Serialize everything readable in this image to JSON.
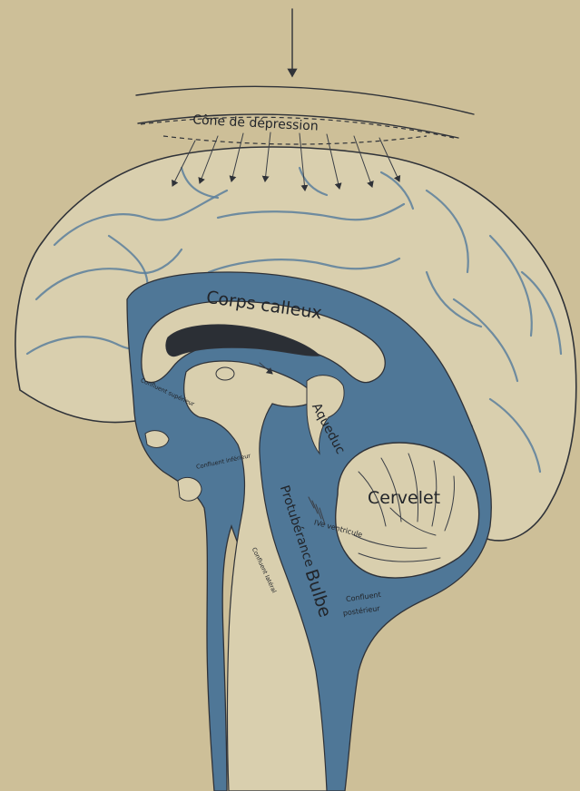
{
  "colors": {
    "paper": "#cdbf98",
    "brain_fill": "#d9cfae",
    "fluid_blue": "#4f7797",
    "gyrus_line": "#5b7f9c",
    "ink": "#2f3238"
  },
  "labels": {
    "cone": "Cône de dépression",
    "corps_calleux": "Corps calleux",
    "confluent_superieur": "Confluent supérieur",
    "aqueduc": "Aqueduc",
    "confluent_inferieur": "Confluent inférieur",
    "protuberance": "Protubérance",
    "cervelet": "Cervelet",
    "iv_ventricule": "IVe ventricule",
    "confluent_lateral": "Confluent latéral",
    "bulbe": "Bulbe",
    "confluent_posterieur_1": "Confluent",
    "confluent_posterieur_2": "postérieur"
  },
  "icons": [
    "pressure-arrow-icon",
    "depression-arrow-icon"
  ]
}
